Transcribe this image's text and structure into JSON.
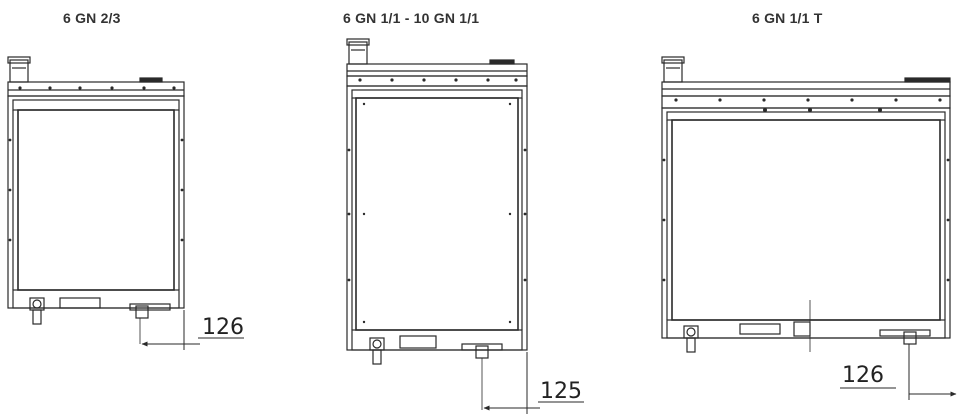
{
  "units": [
    {
      "title": "6 GN 2/3",
      "dimension": "126"
    },
    {
      "title": "6 GN 1/1 - 10 GN 1/1",
      "dimension": "125"
    },
    {
      "title": "6 GN 1/1 T",
      "dimension": "126"
    }
  ],
  "colors": {
    "line": "#2a2a2a",
    "text": "#333333",
    "background": "#ffffff"
  }
}
